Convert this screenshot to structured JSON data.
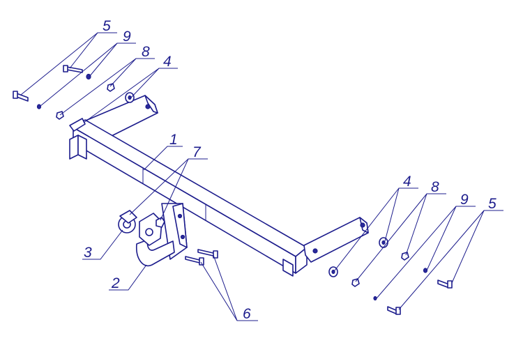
{
  "colors": {
    "line": "#1c1c8c",
    "fill": "#ffffff",
    "dark": "#2a2a9a"
  },
  "labels": {
    "l5a": "5",
    "l9a": "9",
    "l8a": "8",
    "l4a": "4",
    "l1": "1",
    "l7": "7",
    "l3": "3",
    "l2": "2",
    "l6": "6",
    "l4b": "4",
    "l8b": "8",
    "l9b": "9",
    "l5b": "5"
  }
}
